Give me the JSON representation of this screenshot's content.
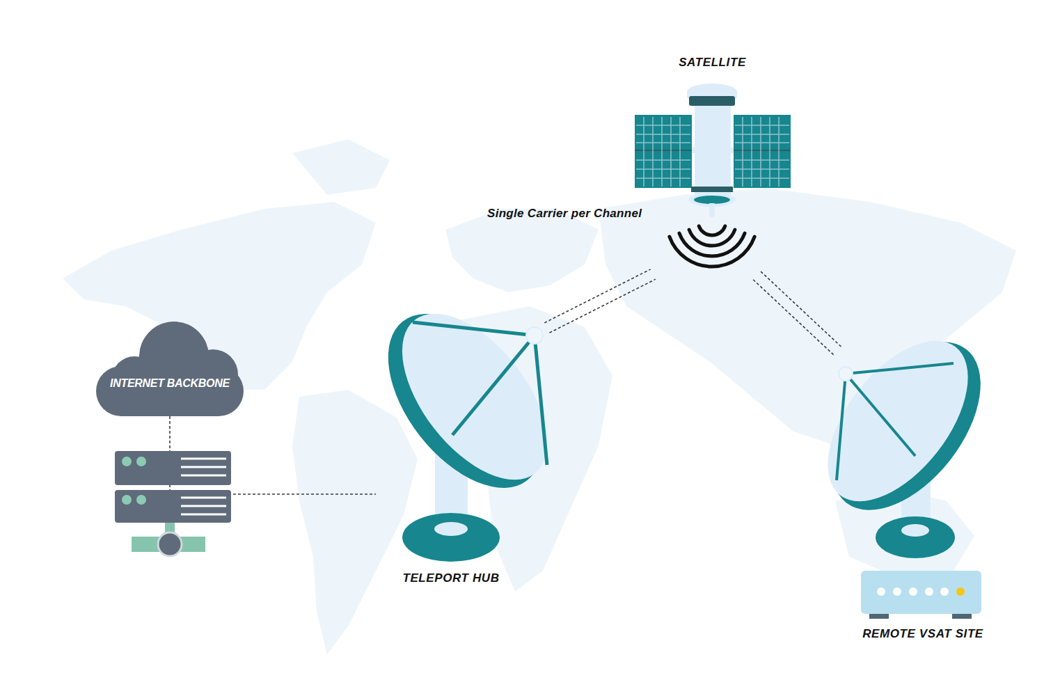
{
  "diagram": {
    "nodes": [
      {
        "text": [
          "SATELLITE"
        ]
      },
      {
        "text": [
          "INTERNET BACKBONE"
        ]
      },
      {
        "text": [
          "TELEPORT HUB"
        ]
      },
      {
        "text": [
          "REMOTE VSAT SITE"
        ]
      }
    ],
    "edges": [
      {
        "from": 1,
        "to": 2,
        "arrow": "none"
      },
      {
        "from": 2,
        "to": 0,
        "arrow": "none"
      },
      {
        "from": 0,
        "to": 3,
        "arrow": "none"
      }
    ],
    "labels": [
      "Single Carrier per Channel"
    ]
  }
}
